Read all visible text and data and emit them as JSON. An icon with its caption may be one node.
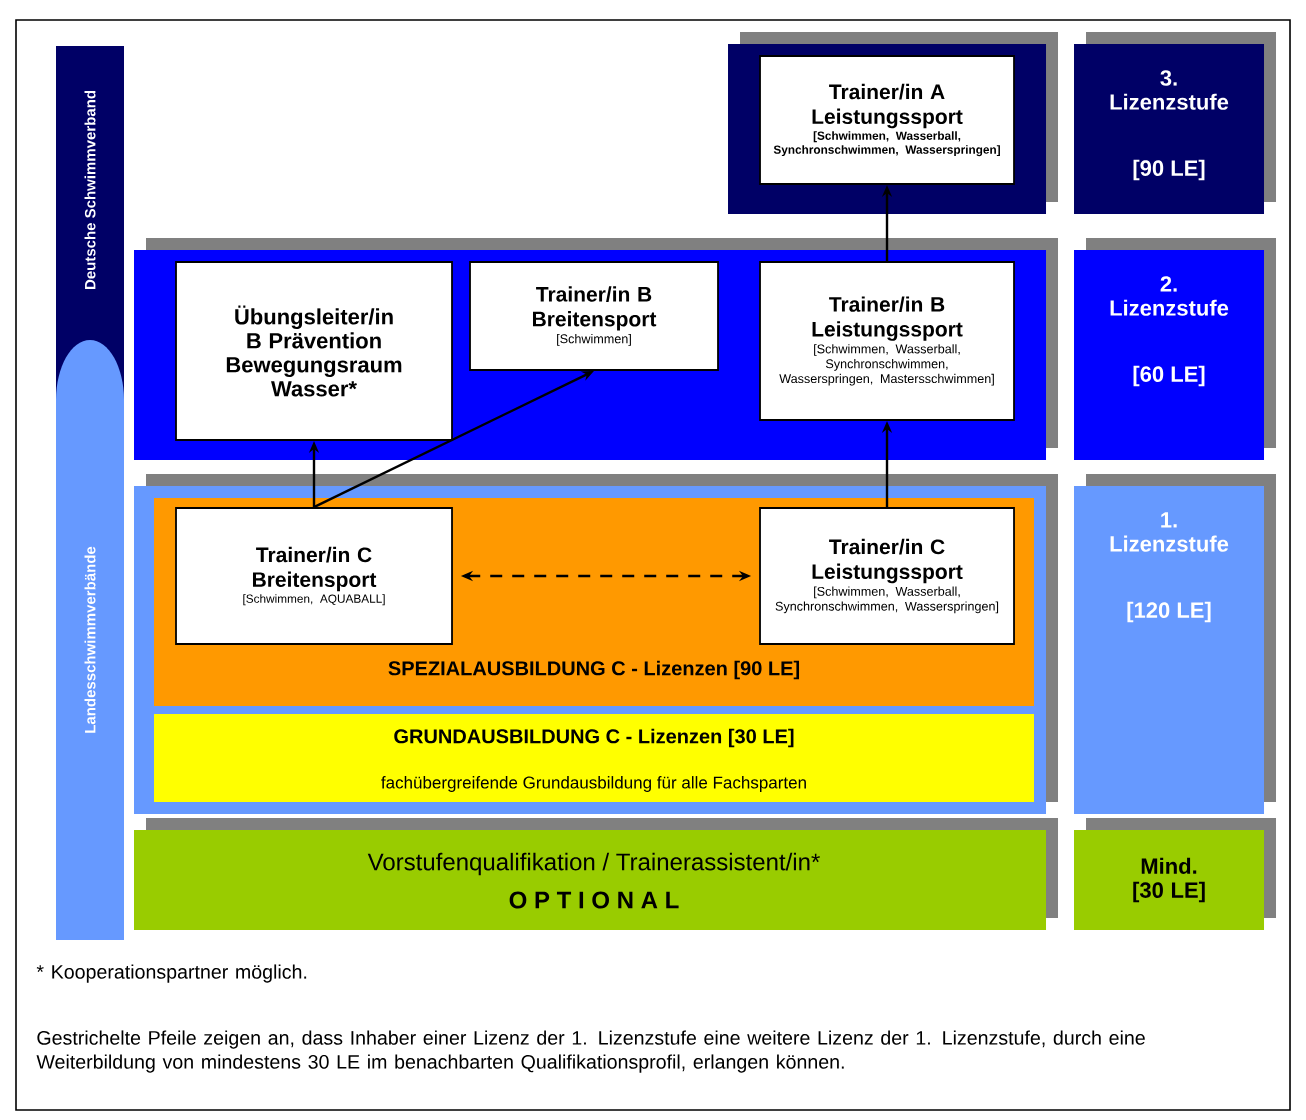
{
  "diagram": {
    "nodes": [
      {
        "text": [
          "Deutsche Schwimmverband"
        ]
      },
      {
        "text": [
          "Landesschwimmverbände"
        ]
      },
      {
        "text": [],
        "shape": "box"
      },
      {
        "text": [
          "Trainer/in A Leistungssport",
          "[Schwimmen, Wasserball, Synchronschwimmen, Wasserspringen]"
        ],
        "in": 2
      },
      {
        "text": [],
        "shape": "box"
      },
      {
        "text": [
          "Übungsleiter/in B Prävention Bewegungsraum Wasser*"
        ],
        "in": 4
      },
      {
        "text": [
          "Trainer/in B Breitensport",
          "[Schwimmen]"
        ],
        "in": 4
      },
      {
        "text": [
          "Trainer/in B Leistungssport",
          "[Schwimmen, Wasserball, Synchronschwimmen, Wasserspringen, Mastersschwimmen]"
        ],
        "in": 4
      },
      {
        "text": [],
        "shape": "box"
      },
      {
        "text": [
          "SPEZIALAUSBILDUNG C - Lizenzen [90 LE]"
        ],
        "in": 8
      },
      {
        "text": [
          "Trainer/in C Breitensport",
          "[Schwimmen,  AQUABALL]"
        ],
        "in": 9
      },
      {
        "text": [
          "Trainer/in C Leistungssport",
          "[Schwimmen, Wasserball, Synchronschwimmen, Wasserspringen]"
        ],
        "in": 9
      },
      {
        "text": [
          "GRUNDAUSBILDUNG C - Lizenzen [30 LE]",
          "fachübergreifende Grundausbildung für alle Fachsparten"
        ],
        "in": 8
      },
      {
        "text": [
          "Vorstufenqualifikation / Trainerassistent/in*",
          "O P T I O N A L"
        ]
      },
      {
        "text": [
          "3. Lizenzstufe",
          "[90 LE]"
        ]
      },
      {
        "text": [
          "2. Lizenzstufe",
          "[60 LE]"
        ]
      },
      {
        "text": [
          "1. Lizenzstufe",
          "[120 LE]"
        ]
      },
      {
        "text": [
          "Mind. [30 LE]"
        ]
      }
    ],
    "edges": [
      {
        "from": 10,
        "to": 5,
        "arrow": "to"
      },
      {
        "from": 10,
        "to": 6,
        "arrow": "to"
      },
      {
        "from": 11,
        "to": 7,
        "arrow": "to"
      },
      {
        "from": 7,
        "to": 3,
        "arrow": "to"
      },
      {
        "from": 10,
        "to": 11,
        "arrow": "both",
        "style": "dashed"
      }
    ],
    "labels": [
      "* Kooperationspartner möglich.",
      "Gestrichelte Pfeile zeigen an, dass Inhaber einer Lizenz der 1. Lizenzstufe eine weitere Lizenz der 1. Lizenzstufe, durch eine Weiterbildung von mindestens 30 LE im benachbarten Qualifikationsprofil, erlangen können."
    ]
  }
}
